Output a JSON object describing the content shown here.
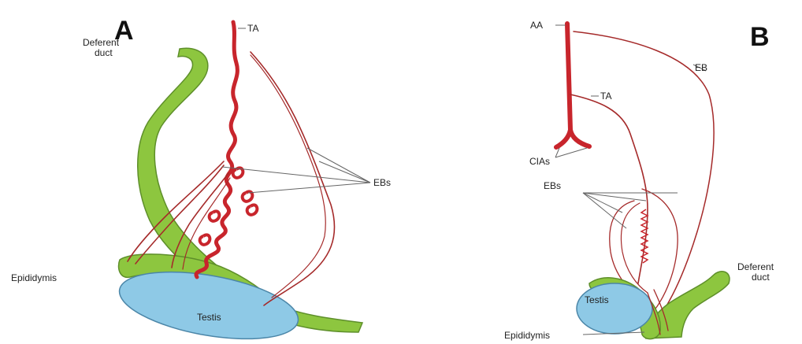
{
  "panel_a": {
    "letter": "A",
    "label_ta": "TA",
    "label_deferent_line1": "Deferent",
    "label_deferent_line2": "duct",
    "label_ebs": "EBs",
    "label_epididymis": "Epididymis",
    "label_testis": "Testis"
  },
  "panel_b": {
    "letter": "B",
    "label_aa": "AA",
    "label_eb": "EB",
    "label_ta": "TA",
    "label_cias": "CIAs",
    "label_ebs": "EBs",
    "label_deferent_line1": "Deferent",
    "label_deferent_line2": "duct",
    "label_testis": "Testis",
    "label_epididymis": "Epididymis"
  },
  "colors": {
    "artery": "#c8252c",
    "branch": "#a52a2a",
    "duct_green": "#8dc63f",
    "duct_outline": "#5e8f2a",
    "testis_blue": "#8ec9e6",
    "testis_outline": "#4b86a8"
  }
}
